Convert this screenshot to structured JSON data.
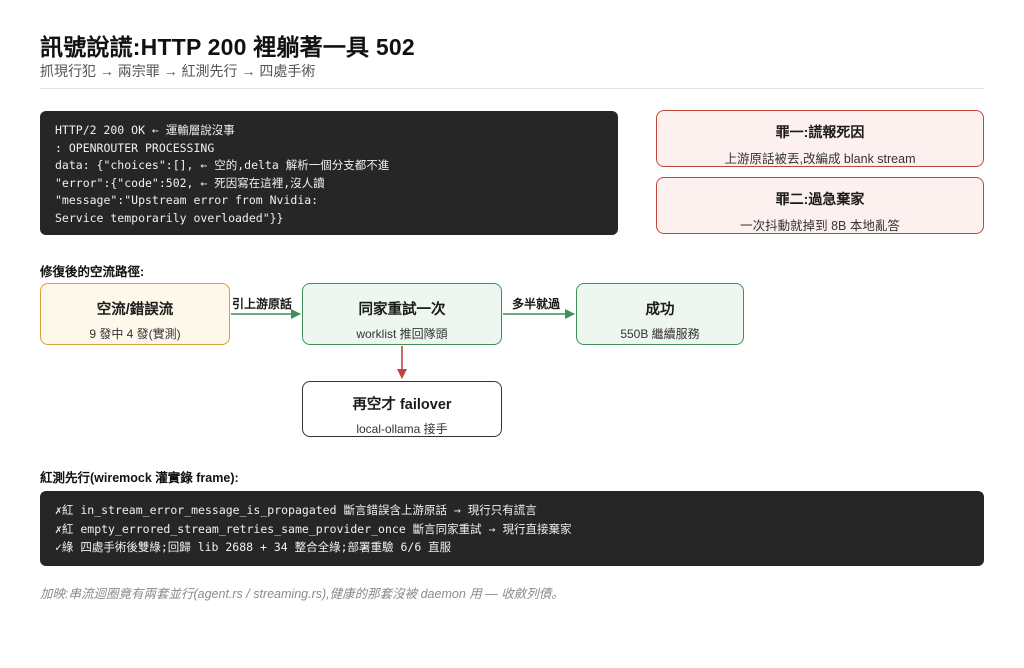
{
  "header": {
    "title": "訊號說謊:HTTP 200 裡躺著一具 502",
    "subtitle": "抓現行犯 → 兩宗罪 → 紅測先行 → 四處手術"
  },
  "evidence_code": [
    "HTTP/2 200 OK ← 運輸層說沒事",
    ": OPENROUTER PROCESSING",
    "data: {\"choices\":[], ← 空的,delta 解析一個分支都不進",
    "\"error\":{\"code\":502, ← 死因寫在這裡,沒人讀",
    "\"message\":\"Upstream error from Nvidia:",
    "Service temporarily overloaded\"}}"
  ],
  "sins": [
    {
      "title": "罪一:謊報死因",
      "desc": "上游原話被丟,改編成 blank stream"
    },
    {
      "title": "罪二:過急棄家",
      "desc": "一次抖動就掉到 8B 本地亂答"
    }
  ],
  "flow": {
    "label": "修復後的空流路徑:",
    "nodes": {
      "empty": {
        "title": "空流/錯誤流",
        "desc": "9 發中 4 發(實測)"
      },
      "retry": {
        "title": "同家重試一次",
        "desc": "worklist 推回隊頭"
      },
      "success": {
        "title": "成功",
        "desc": "550B 繼續服務"
      },
      "failover": {
        "title": "再空才 failover",
        "desc": "local-ollama 接手"
      }
    },
    "edges": {
      "quote_upstream": "引上游原話",
      "more_than_half": "多半就過"
    }
  },
  "red_tests": {
    "label": "紅測先行(wiremock 灌實錄 frame):",
    "lines": [
      "✗紅 in_stream_error_message_is_propagated 斷言錯誤含上游原話 → 現行只有謊言",
      "✗紅 empty_errored_stream_retries_same_provider_once 斷言同家重試 → 現行直接棄家",
      "✓綠 四處手術後雙綠;回歸 lib 2688 + 34 整合全綠;部署重驗 6/6 直服"
    ]
  },
  "footnote": "加映:串流迴圈竟有兩套並行(agent.rs / streaming.rs),健康的那套沒被 daemon 用 — 收斂列債。",
  "colors": {
    "sin_border": "#c0463a",
    "success_green": "#3f8f5a",
    "warning_amber": "#d4a23c",
    "failover_arrow": "#c0463a"
  }
}
